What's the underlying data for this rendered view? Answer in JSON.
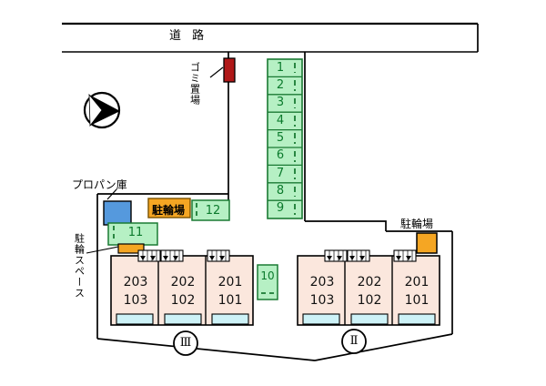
{
  "plan": {
    "road_label": "道 路",
    "compass": {
      "name": "north-arrow",
      "direction": "east-pointing"
    },
    "labels": {
      "gomi": "ゴミ置場",
      "propane": "プロパン庫",
      "bicycle_parking_left": "駐輪場",
      "bicycle_parking_right": "駐輪場",
      "bicycle_space": "駐輪スペース"
    },
    "parking_column": {
      "title": "parking-stalls-column",
      "stalls": [
        "1",
        "2",
        "3",
        "4",
        "5",
        "6",
        "7",
        "8",
        "9"
      ]
    },
    "parking_left": {
      "stalls": [
        "11",
        "12"
      ]
    },
    "parking_middle": {
      "stalls": [
        "10"
      ]
    },
    "buildings": [
      {
        "mark": "Ⅲ",
        "name": "building-3",
        "units": [
          {
            "upper": "203",
            "lower": "103"
          },
          {
            "upper": "202",
            "lower": "102"
          },
          {
            "upper": "201",
            "lower": "101"
          }
        ]
      },
      {
        "mark": "Ⅱ",
        "name": "building-2",
        "units": [
          {
            "upper": "203",
            "lower": "103"
          },
          {
            "upper": "202",
            "lower": "102"
          },
          {
            "upper": "201",
            "lower": "101"
          }
        ]
      }
    ],
    "colors": {
      "stall_fill": "#b6f0c4",
      "stall_stroke": "#1a7a33",
      "stall_text": "#0b7a2c",
      "building_fill": "#fbe7dd",
      "balcony_fill": "#cdf2f7",
      "propane_fill": "#5599dd",
      "bicycle_fill": "#f5a623",
      "gomi_fill": "#b01818",
      "outline": "#000000",
      "background": "#ffffff"
    }
  }
}
